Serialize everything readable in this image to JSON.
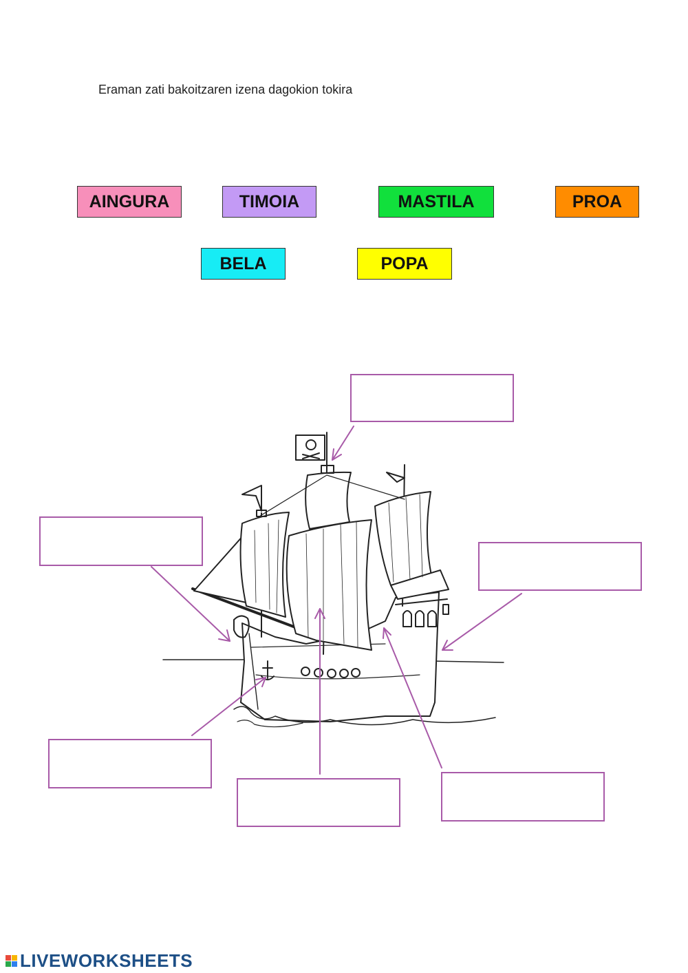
{
  "instruction": "Eraman zati bakoitzaren izena dagokion tokira",
  "word_bank": [
    {
      "label": "AINGURA",
      "color": "#f78fba"
    },
    {
      "label": "TIMOIA",
      "color": "#c39af5"
    },
    {
      "label": "MASTILA",
      "color": "#11e03c"
    },
    {
      "label": "PROA",
      "color": "#ff8c00"
    },
    {
      "label": "BELA",
      "color": "#17ecf5"
    },
    {
      "label": "POPA",
      "color": "#ffff00"
    }
  ],
  "drop_targets": [
    {
      "value": ""
    },
    {
      "value": ""
    },
    {
      "value": ""
    },
    {
      "value": ""
    },
    {
      "value": ""
    },
    {
      "value": ""
    },
    {
      "value": ""
    }
  ],
  "accent_color": "#a85aa8",
  "illustration": "pirate-ship-line-drawing",
  "footer": {
    "brand": "LIVEWORKSHEETS"
  }
}
